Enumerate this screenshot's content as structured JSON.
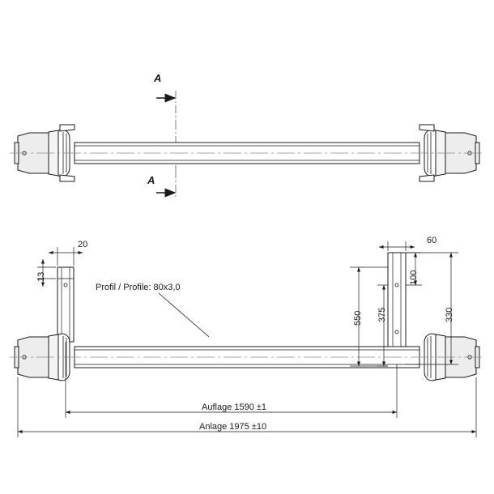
{
  "drawing": {
    "title": "Technical drawing - trailer axle (two views)",
    "line_color": "#1a1a1a",
    "center_line_color": "#8a8a8a",
    "fill_color": "#e8e8e8",
    "section_marks": [
      {
        "name": "A",
        "position": "top"
      },
      {
        "name": "A",
        "position": "bottom"
      }
    ],
    "labels": {
      "section_top": "A",
      "section_bottom": "A",
      "dim_20": "20",
      "dim_13": "13",
      "dim_60": "60",
      "dim_100": "100",
      "dim_330": "330",
      "dim_550": "550",
      "dim_375": "375",
      "profile": "Profil / Profile: 80x3,0",
      "auflage": "Auflage 1590 ±1",
      "anlage": "Anlage 1975 ±10"
    }
  },
  "chart_data": {
    "type": "table",
    "title": "Axle dimensions",
    "categories": [
      "20",
      "13",
      "60",
      "100",
      "330",
      "550",
      "375",
      "Profil / Profile",
      "Auflage",
      "Anlage"
    ],
    "values": [
      "20",
      "13",
      "60",
      "100",
      "330",
      "550",
      "375",
      "80x3,0",
      "1590 ±1",
      "1975 ±10"
    ]
  }
}
